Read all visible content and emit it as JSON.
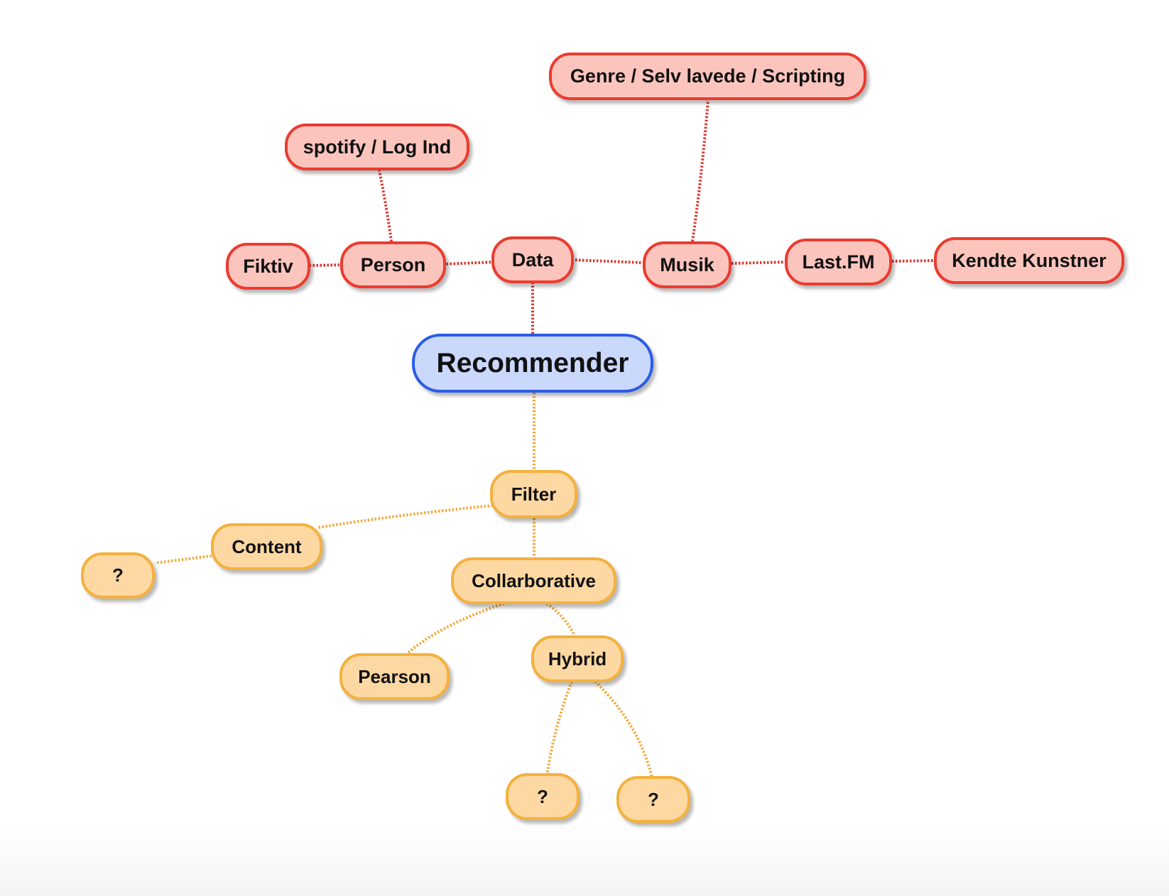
{
  "colors": {
    "red_fill": "#fbc5bd",
    "red_border": "#ec3b2f",
    "red_link": "#e0312a",
    "orange_fill": "#fdd8a3",
    "orange_border": "#f4b13d",
    "orange_link": "#f3a93a",
    "blue_fill": "#cad8fb",
    "blue_border": "#2a5ce6"
  },
  "nodes": {
    "recommender": "Recommender",
    "data": "Data",
    "person": "Person",
    "fiktiv": "Fiktiv",
    "spotify": "spotify / Log Ind",
    "musik": "Musik",
    "genre": "Genre / Selv lavede / Scripting",
    "lastfm": "Last.FM",
    "kendte": "Kendte Kunstner",
    "filter": "Filter",
    "content": "Content",
    "content_q": "?",
    "collab": "Collarborative",
    "pearson": "Pearson",
    "hybrid": "Hybrid",
    "hybrid_q1": "?",
    "hybrid_q2": "?"
  }
}
